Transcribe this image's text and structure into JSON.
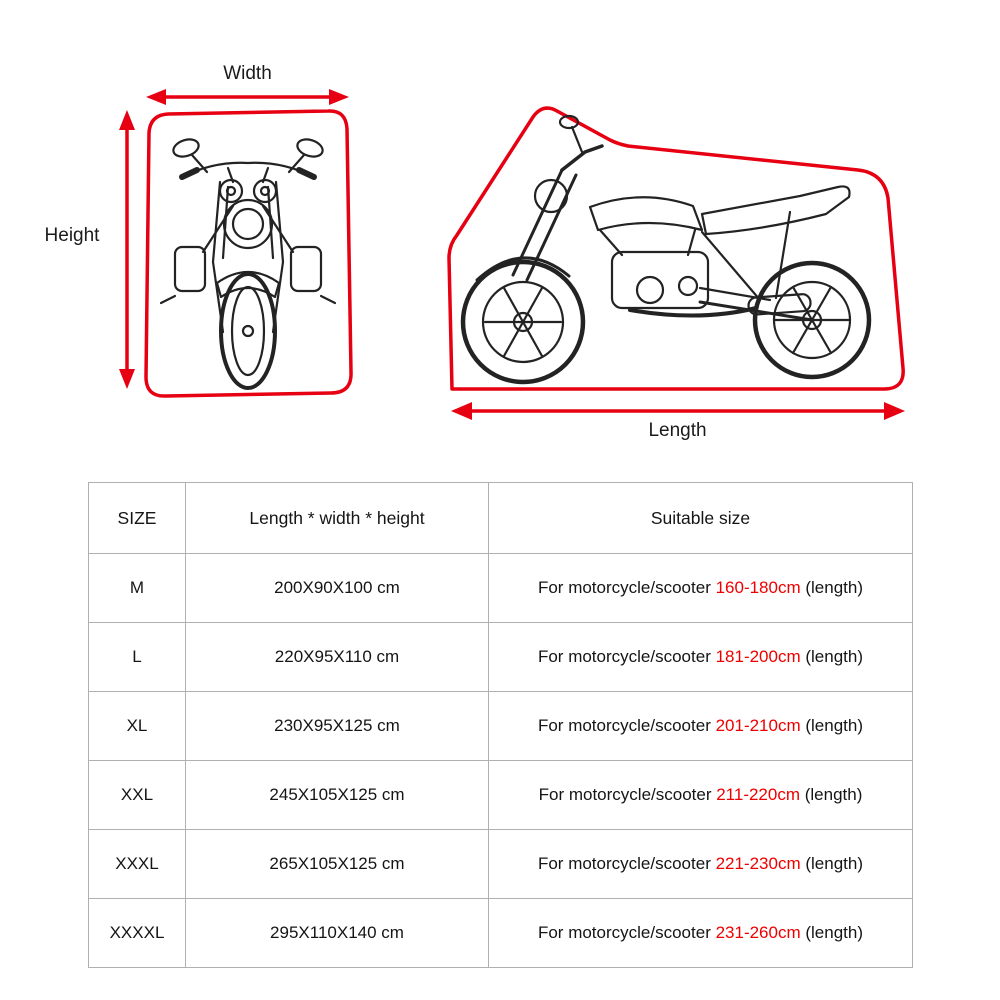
{
  "diagram": {
    "width_label": "Width",
    "height_label": "Height",
    "length_label": "Length"
  },
  "icons": {
    "width_arrow": "double-headed-horizontal-arrow",
    "height_arrow": "double-headed-vertical-arrow",
    "length_arrow": "double-headed-horizontal-arrow"
  },
  "colors": {
    "accent_red": "#e60012",
    "range_text_red": "#ef0000",
    "table_border": "#b0b0b0",
    "text": "#151515"
  },
  "table": {
    "headers": [
      "SIZE",
      "Length * width * height",
      "Suitable size"
    ],
    "rows": [
      {
        "size": "M",
        "dimensions": "200X90X100 cm",
        "suitable_prefix": "For motorcycle/scooter ",
        "suitable_range": "160-180cm",
        "suitable_suffix": " (length)"
      },
      {
        "size": "L",
        "dimensions": "220X95X110 cm",
        "suitable_prefix": "For motorcycle/scooter ",
        "suitable_range": "181-200cm",
        "suitable_suffix": " (length)"
      },
      {
        "size": "XL",
        "dimensions": "230X95X125 cm",
        "suitable_prefix": "For motorcycle/scooter ",
        "suitable_range": "201-210cm",
        "suitable_suffix": " (length)"
      },
      {
        "size": "XXL",
        "dimensions": "245X105X125 cm",
        "suitable_prefix": "For motorcycle/scooter ",
        "suitable_range": "211-220cm",
        "suitable_suffix": " (length)"
      },
      {
        "size": "XXXL",
        "dimensions": "265X105X125 cm",
        "suitable_prefix": "For motorcycle/scooter ",
        "suitable_range": "221-230cm",
        "suitable_suffix": " (length)"
      },
      {
        "size": "XXXXL",
        "dimensions": "295X110X140 cm",
        "suitable_prefix": "For motorcycle/scooter ",
        "suitable_range": "231-260cm",
        "suitable_suffix": " (length)"
      }
    ]
  }
}
